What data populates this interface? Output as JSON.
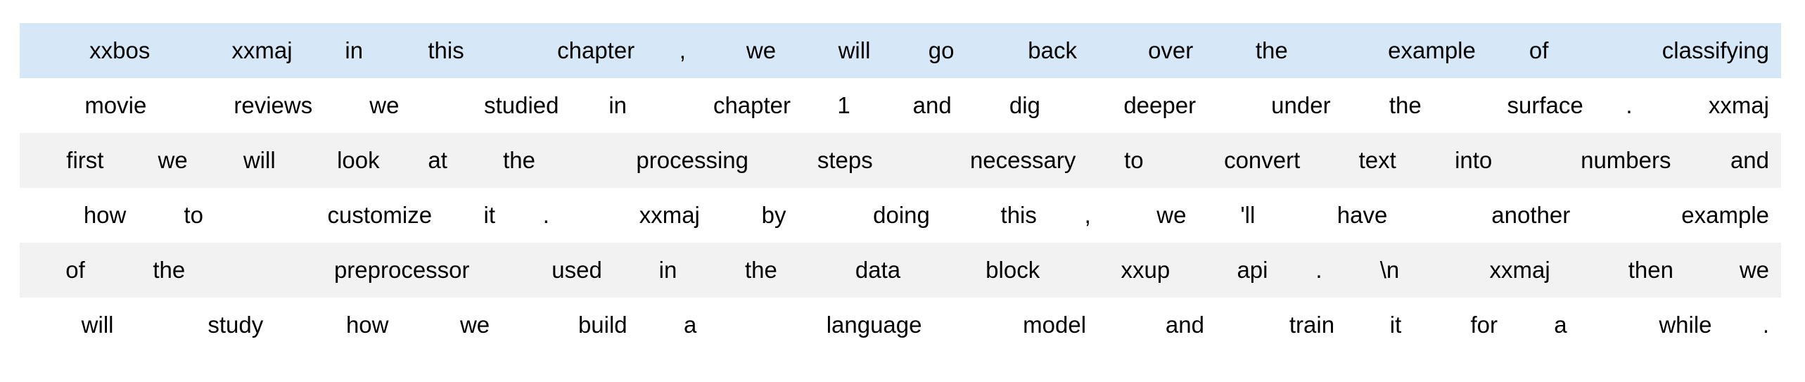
{
  "table": {
    "description": "tokenized-text-batch-grid",
    "num_rows": 6,
    "num_cols": 15,
    "rows": [
      {
        "highlight": "blue",
        "cells": [
          "xxbos",
          "xxmaj",
          "in",
          "this",
          "chapter",
          ",",
          "we",
          "will",
          "go",
          "back",
          "over",
          "the",
          "example",
          "of",
          "classifying"
        ]
      },
      {
        "highlight": "none",
        "cells": [
          "movie",
          "reviews",
          "we",
          "studied",
          "in",
          "chapter",
          "1",
          "and",
          "dig",
          "deeper",
          "under",
          "the",
          "surface",
          ".",
          "xxmaj"
        ]
      },
      {
        "highlight": "stripe",
        "cells": [
          "first",
          "we",
          "will",
          "look",
          "at",
          "the",
          "processing",
          "steps",
          "necessary",
          "to",
          "convert",
          "text",
          "into",
          "numbers",
          "and"
        ]
      },
      {
        "highlight": "none",
        "cells": [
          "how",
          "to",
          "customize",
          "it",
          ".",
          "xxmaj",
          "by",
          "doing",
          "this",
          ",",
          "we",
          "'ll",
          "have",
          "another",
          "example"
        ]
      },
      {
        "highlight": "stripe",
        "cells": [
          "of",
          "the",
          "preprocessor",
          "used",
          "in",
          "the",
          "data",
          "block",
          "xxup",
          "api",
          ".",
          "\\n",
          "xxmaj",
          "then",
          "we"
        ]
      },
      {
        "highlight": "none",
        "cells": [
          "will",
          "study",
          "how",
          "we",
          "build",
          "a",
          "language",
          "model",
          "and",
          "train",
          "it",
          "for",
          "a",
          "while",
          "."
        ]
      }
    ]
  },
  "colors": {
    "highlight_row": "#d6e8f8",
    "stripe_row": "#f2f2f2",
    "plain_row": "#ffffff",
    "background": "#ffffff",
    "text": "#000000"
  }
}
